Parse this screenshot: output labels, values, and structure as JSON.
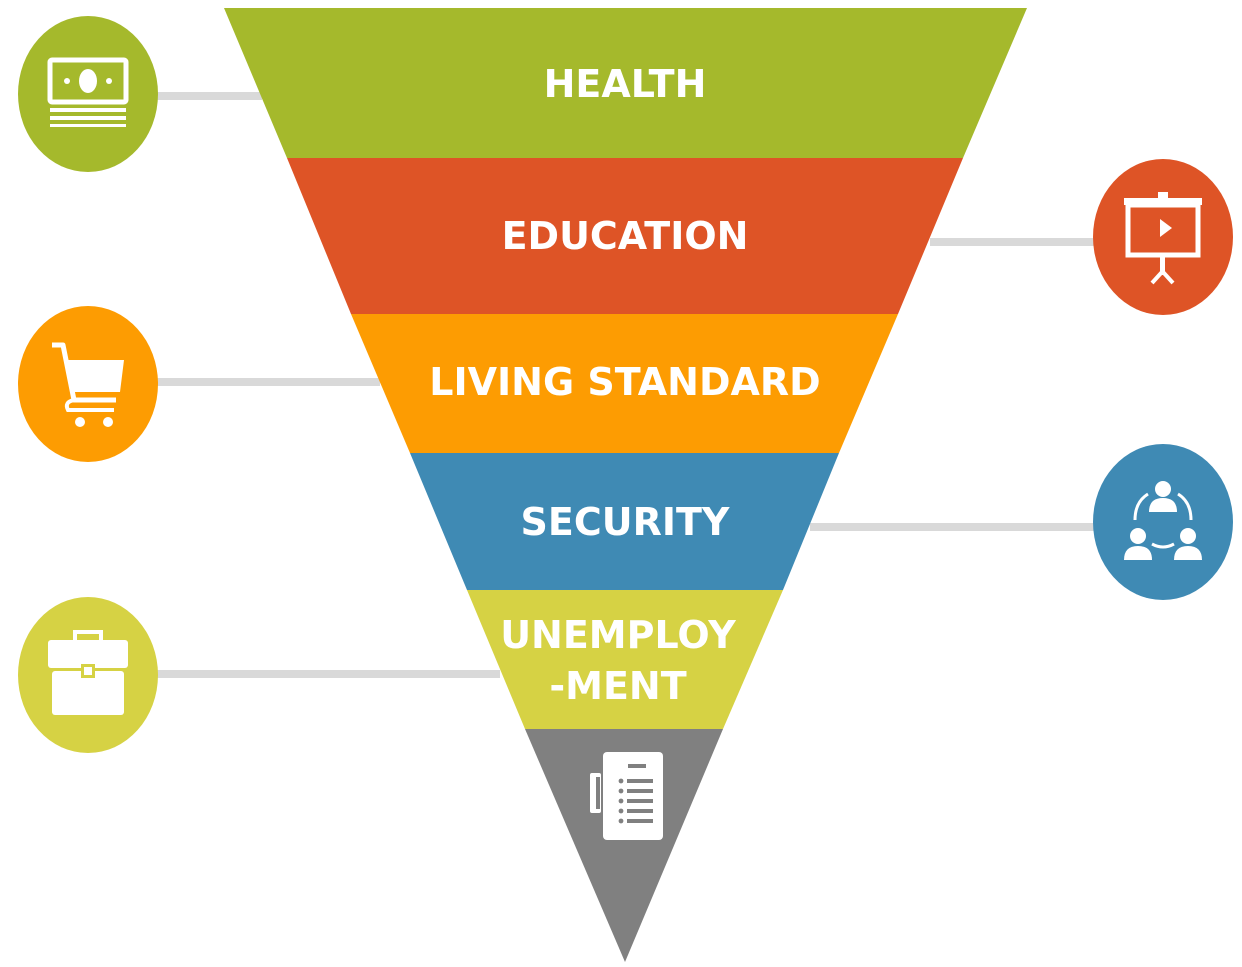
{
  "layers": [
    {
      "id": "health",
      "label": "HEALTH",
      "color": "#a5b92c"
    },
    {
      "id": "education",
      "label": "EDUCATION",
      "color": "#de5426"
    },
    {
      "id": "living-standard",
      "label": "LIVING STANDARD",
      "color": "#fd9c02"
    },
    {
      "id": "security",
      "label": "SECURITY",
      "color": "#3f8ab4"
    },
    {
      "id": "unemployment",
      "label_line1": "UNEMPLOY",
      "label_line2": "-MENT",
      "color": "#d6d244"
    },
    {
      "id": "bottom",
      "icon": "fax-document-icon",
      "color": "#808080"
    }
  ],
  "badges": [
    {
      "icon": "money-icon",
      "color": "#a5b92c"
    },
    {
      "icon": "presentation-board-icon",
      "color": "#de5426"
    },
    {
      "icon": "shopping-cart-icon",
      "color": "#fd9c02"
    },
    {
      "icon": "team-network-icon",
      "color": "#3f8ab4"
    },
    {
      "icon": "briefcase-icon",
      "color": "#d6d244"
    }
  ],
  "connector_color": "#d9d9d9"
}
